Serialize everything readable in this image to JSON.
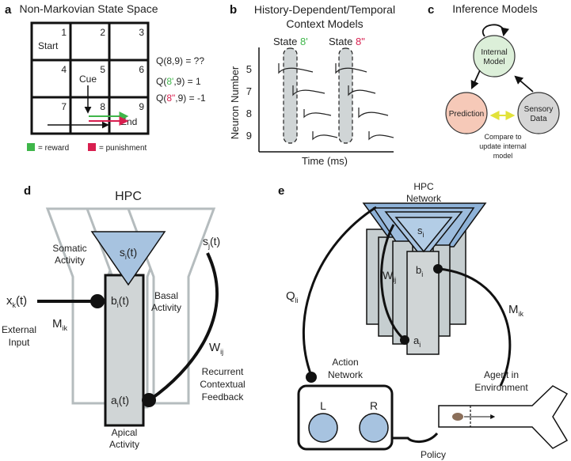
{
  "panels": {
    "a": {
      "letter": "a",
      "title": "Non-Markovian State Space",
      "cells": [
        "1",
        "2",
        "3",
        "4",
        "5",
        "6",
        "7",
        "8",
        "9"
      ],
      "start": "Start",
      "cue": "Cue",
      "end": "End",
      "q_lines": [
        {
          "pre": "Q(8,9) = ??",
          "mid": "",
          "post": ""
        },
        {
          "pre": "Q(",
          "mid": "8'",
          "post": ",9) = 1"
        },
        {
          "pre": "Q(",
          "mid": "8\"",
          "post": ",9) = -1"
        }
      ],
      "legend": [
        "= reward",
        "= punishment"
      ],
      "colors": {
        "reward": "#3fb64a",
        "punishment": "#d81f4f"
      }
    },
    "b": {
      "letter": "b",
      "title_line1": "History-Dependent/Temporal",
      "title_line2": "Context Models",
      "state1_prefix": "State ",
      "state1_suffix": "8'",
      "state2_prefix": "State ",
      "state2_suffix": "8\"",
      "ylabel": "Neuron Number",
      "xlabel": "Time (ms)",
      "neurons": [
        "5",
        "7",
        "8",
        "9"
      ]
    },
    "c": {
      "letter": "c",
      "title": "Inference Models",
      "internal_line1": "Internal",
      "internal_line2": "Model",
      "prediction": "Prediction",
      "sensory_line1": "Sensory",
      "sensory_line2": "Data",
      "compare_line1": "Compare to",
      "compare_line2": "update internal",
      "compare_line3": "model",
      "colors": {
        "internal": "#dcefd9",
        "prediction": "#f6c9b8",
        "sensory": "#d6d6d6"
      }
    },
    "d": {
      "letter": "d",
      "hpc": "HPC",
      "somatic_line1": "Somatic",
      "somatic_line2": "Activity",
      "basal_line1": "Basal",
      "basal_line2": "Activity",
      "soma_var": "s",
      "basal_var": "b",
      "apical_var": "a",
      "idx_i": "i",
      "time_suffix": "(t)",
      "sj_var": "s",
      "sj_idx": "j",
      "xk_var": "x",
      "xk_idx": "k",
      "external_line1": "External",
      "external_line2": "Input",
      "m_var": "M",
      "m_idx": "ik",
      "w_var": "W",
      "w_idx": "ij",
      "recurrent_line1": "Recurrent",
      "recurrent_line2": "Contextual",
      "recurrent_line3": "Feedback",
      "apical_line1": "Apical",
      "apical_line2": "Activity"
    },
    "e": {
      "letter": "e",
      "hpc_line1": "HPC",
      "hpc_line2": "Network",
      "s_var": "s",
      "b_var": "b",
      "a_var": "a",
      "idx_i": "i",
      "w_var": "W",
      "w_idx": "ij",
      "q_var": "Q",
      "q_idx": "li",
      "m_var": "M",
      "m_idx": "ik",
      "action_line1": "Action",
      "action_line2": "Network",
      "left": "L",
      "right": "R",
      "policy": "Policy",
      "agent_line1": "Agent in",
      "agent_line2": "Environment"
    }
  }
}
